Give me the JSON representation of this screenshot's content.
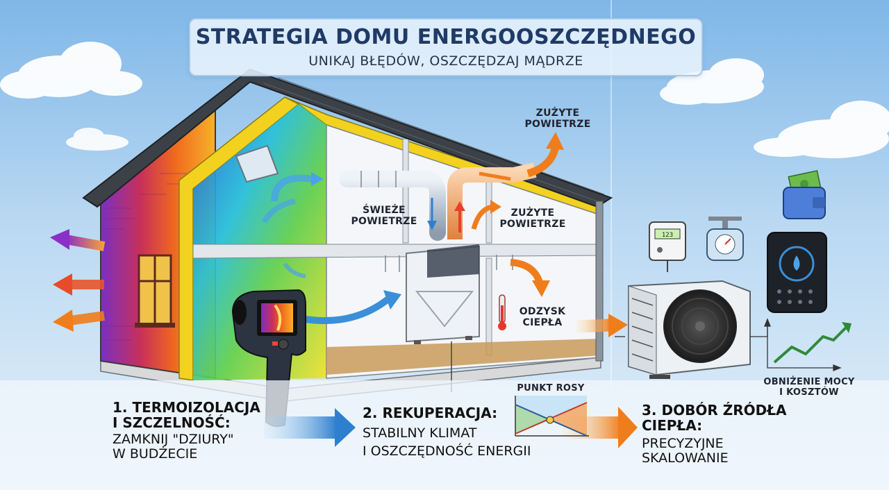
{
  "header": {
    "title": "STRATEGIA DOMU ENERGOOSZCZĘDNEGO",
    "subtitle": "UNIKAJ BŁĘDÓW, OSZCZĘDZAJ MĄDRZE"
  },
  "labels": {
    "used_air_top_line1": "ZUŻYTE",
    "used_air_top_line2": "POWIETRZE",
    "fresh_air_line1": "ŚWIEŻE",
    "fresh_air_line2": "POWIETRZE",
    "used_air_mid_line1": "ZUŻYTE",
    "used_air_mid_line2": "POWIETRZE",
    "heat_recovery_line1": "ODZYSK",
    "heat_recovery_line2": "CIEPŁA",
    "dew_point": "PUNKT ROSY",
    "reduction_line1": "OBNIŻENIE MOCY",
    "reduction_line2": "I KOSZTÓW",
    "meter_display": "123"
  },
  "steps": [
    {
      "title_line1": "1. TERMOIZOLACJA",
      "title_line2": "I SZCZELNOŚĆ:",
      "desc_line1": "ZAMKNIJ \"DZIURY\"",
      "desc_line2": "W BUDŻECIE"
    },
    {
      "title_line1": "2. REKUPERACJA:",
      "desc_line1": "STABILNY KLIMAT",
      "desc_line2": "I OSZCZĘDNOŚĆ ENERGII"
    },
    {
      "title_line1": "3. DOBÓR ŹRÓDŁA",
      "title_line2": "CIEPŁA:",
      "desc_line1": "PRECYZYJNE",
      "desc_line2": "SKALOWANIE"
    }
  ],
  "colors": {
    "sky_top": "#7fb7e8",
    "title_text": "#1f3a66",
    "insulation_yellow": "#f2d21e",
    "cold_arrow": "#3a8fd8",
    "warm_arrow": "#f08a2a",
    "heat_loss_purple": "#8a2fc8",
    "heat_loss_red": "#e8402a"
  }
}
